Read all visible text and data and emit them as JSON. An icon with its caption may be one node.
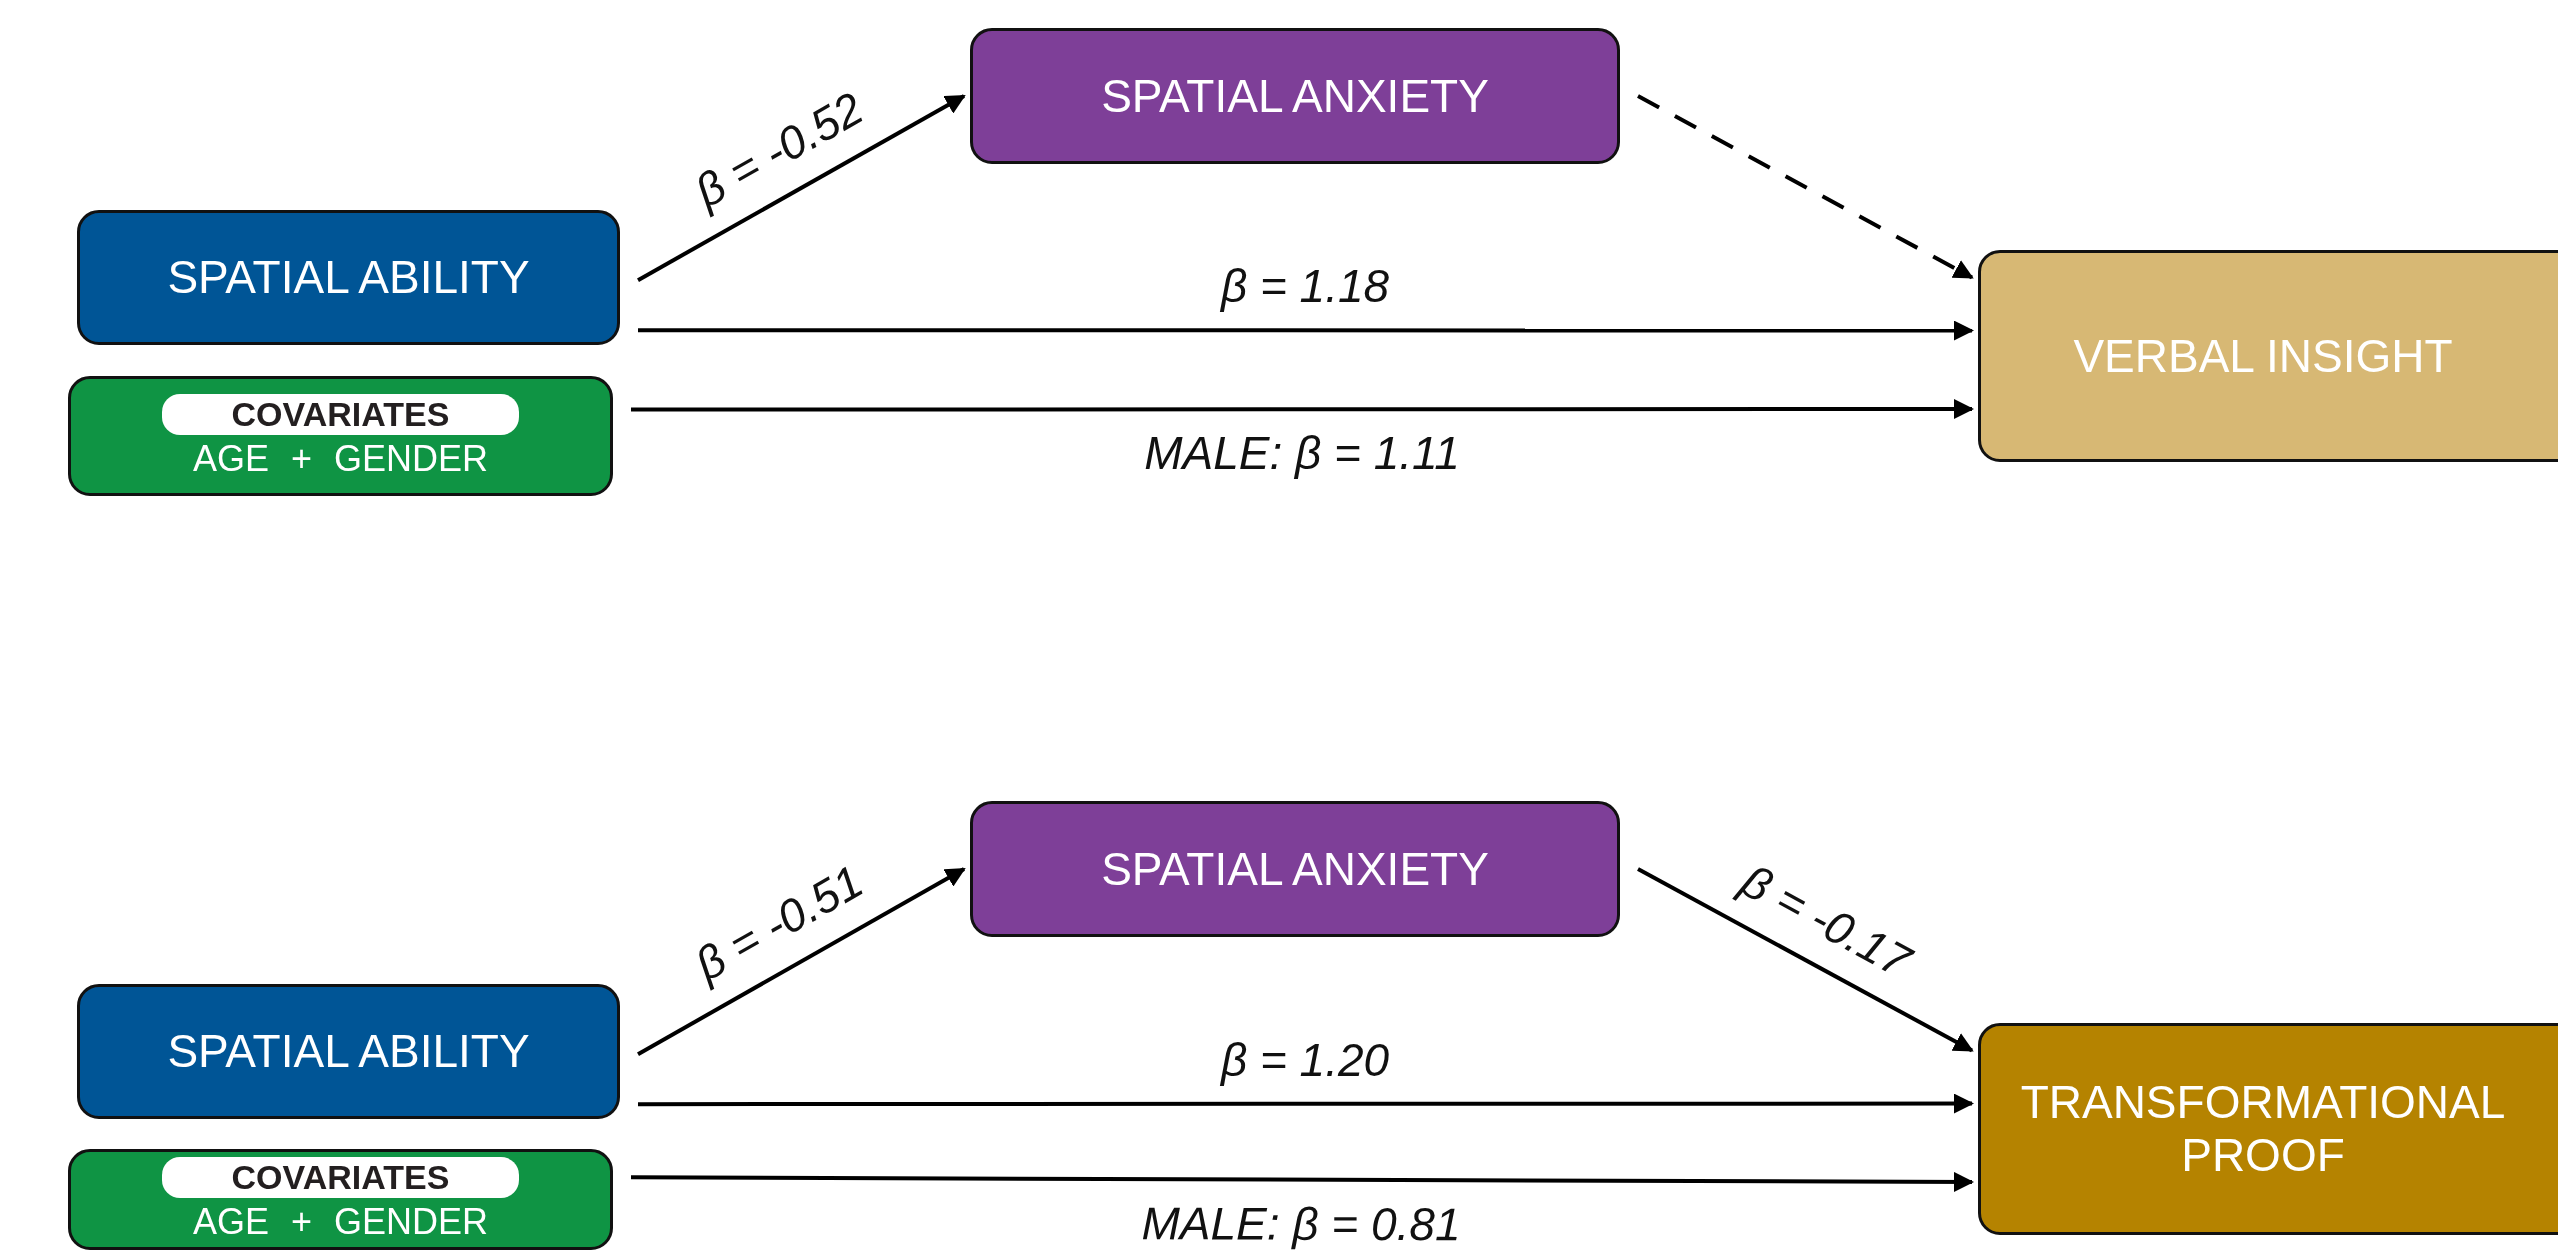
{
  "diagram": {
    "nodes": [
      {
        "text": [
          "SPATIAL ANXIETY"
        ]
      },
      {
        "text": [
          "SPATIAL ABILITY"
        ]
      },
      {
        "text": [
          "COVARIATES",
          "AGE + GENDER"
        ]
      },
      {
        "text": [
          "VERBAL INSIGHT"
        ]
      },
      {
        "text": [
          "SPATIAL ANXIETY"
        ]
      },
      {
        "text": [
          "SPATIAL ABILITY"
        ]
      },
      {
        "text": [
          "COVARIATES",
          "AGE + GENDER"
        ]
      },
      {
        "text": [
          "TRANSFORMATIONAL PROOF"
        ]
      }
    ],
    "edges": [
      {
        "from": 1,
        "to": 0,
        "arrow": "to",
        "label": "β = -0.52"
      },
      {
        "from": 0,
        "to": 3,
        "arrow": "to",
        "style": "dashed"
      },
      {
        "from": 1,
        "to": 3,
        "arrow": "to",
        "label": "β = 1.18"
      },
      {
        "from": 2,
        "to": 3,
        "arrow": "to",
        "label": "MALE: β = 1.11"
      },
      {
        "from": 5,
        "to": 4,
        "arrow": "to",
        "label": "β = -0.51"
      },
      {
        "from": 4,
        "to": 7,
        "arrow": "to",
        "label": "β = -0.17"
      },
      {
        "from": 5,
        "to": 7,
        "arrow": "to",
        "label": "β = 1.20"
      },
      {
        "from": 6,
        "to": 7,
        "arrow": "to",
        "label": "MALE: β = 0.81"
      }
    ]
  }
}
